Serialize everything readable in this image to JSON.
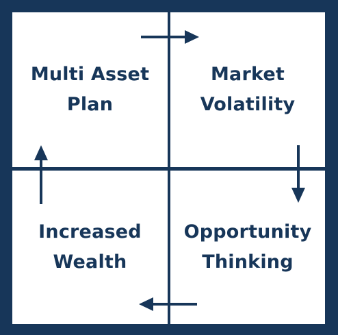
{
  "colors": {
    "frame": "#173659",
    "quadrant_bg": "#ffffff",
    "text": "#173659"
  },
  "quadrants": {
    "top_left": {
      "line1": "Multi Asset",
      "line2": "Plan"
    },
    "top_right": {
      "line1": "Market",
      "line2": "Volatility"
    },
    "bottom_right": {
      "line1": "Opportunity",
      "line2": "Thinking"
    },
    "bottom_left": {
      "line1": "Increased",
      "line2": "Wealth"
    }
  },
  "cycle_arrows": [
    {
      "name": "arrow-top",
      "direction": "right"
    },
    {
      "name": "arrow-right",
      "direction": "down"
    },
    {
      "name": "arrow-bottom",
      "direction": "left"
    },
    {
      "name": "arrow-left",
      "direction": "up"
    }
  ]
}
